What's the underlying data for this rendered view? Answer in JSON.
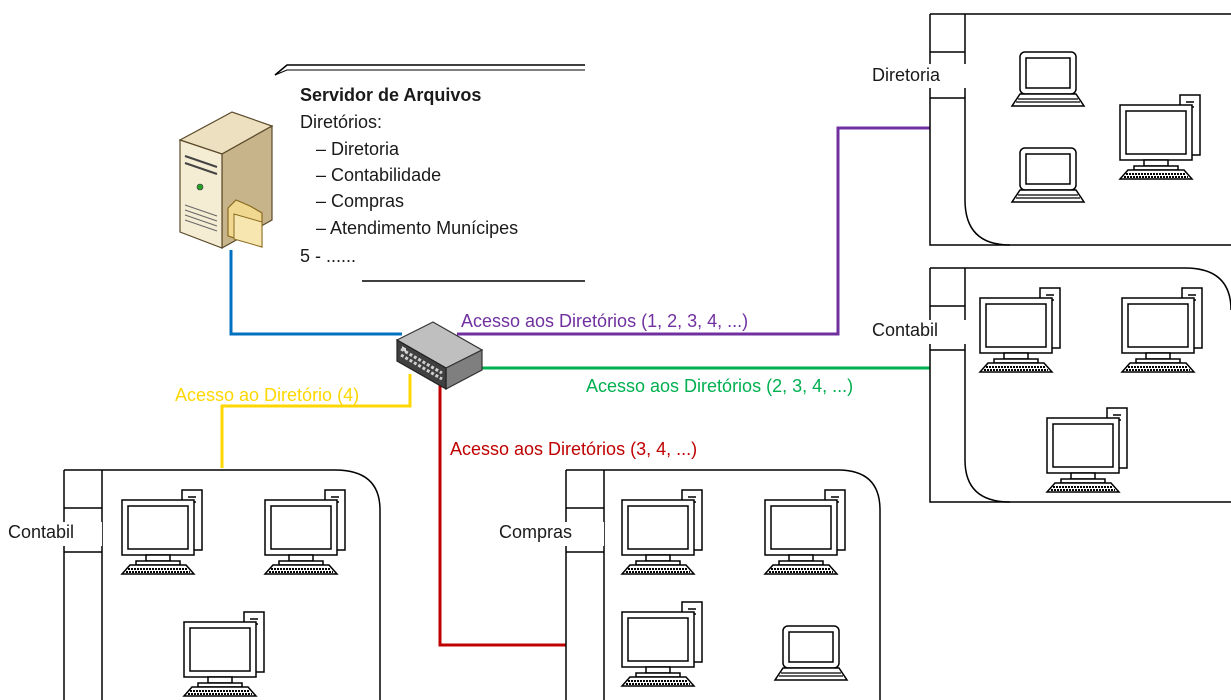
{
  "server": {
    "title": "Servidor de Arquivos",
    "dirs_heading": "Diretórios:",
    "dirs": [
      "– Diretoria",
      "– Contabilidade",
      "– Compras",
      "– Atendimento Munícipes"
    ],
    "more": "5 - ......"
  },
  "groups": {
    "diretoria": "Diretoria",
    "contabil_right": "Contabil",
    "contabil_left": "Contabil",
    "compras": "Compras"
  },
  "links": {
    "diretoria": {
      "label": "Acesso aos Diretórios (1, 2, 3, 4, ...)",
      "color": "#7030a0"
    },
    "contabil_right": {
      "label": "Acesso aos Diretórios (2, 3, 4, ...)",
      "color": "#00b050"
    },
    "compras": {
      "label": "Acesso aos Diretórios (3, 4, ...)",
      "color": "#c00000"
    },
    "contabil_left": {
      "label": "Acesso ao Diretório (4)",
      "color": "#ffd700"
    },
    "server": {
      "color": "#0070c0"
    }
  },
  "icons": {
    "server": "server-icon",
    "switch": "network-switch-icon",
    "desktop": "desktop-computer-icon",
    "laptop": "laptop-icon"
  }
}
